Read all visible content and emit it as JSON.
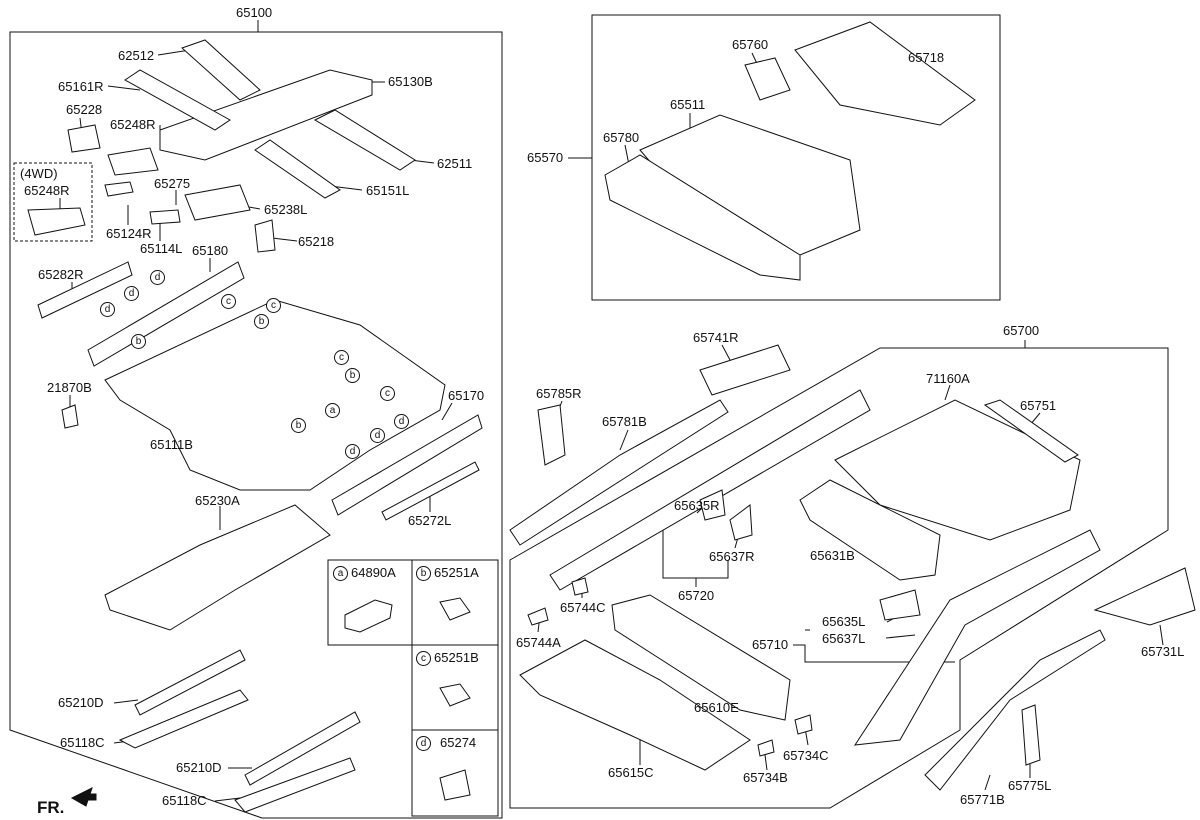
{
  "diagram": {
    "groups": {
      "g65100": "65100",
      "g65700": "65700"
    },
    "labels": {
      "p62512": "62512",
      "p65161R": "65161R",
      "p65130B": "65130B",
      "p65228": "65228",
      "p65248R_top": "65248R",
      "p62511": "62511",
      "p4WD": "(4WD)",
      "p65248R_4wd": "65248R",
      "p65275": "65275",
      "p65151L": "65151L",
      "p65238L": "65238L",
      "p65124R": "65124R",
      "p65114L": "65114L",
      "p65218": "65218",
      "p65282R": "65282R",
      "p65180": "65180",
      "p21870B": "21870B",
      "p65170": "65170",
      "p65111B": "65111B",
      "p65272L": "65272L",
      "p65230A": "65230A",
      "p65210D_1": "65210D",
      "p65118C_1": "65118C",
      "p65210D_2": "65210D",
      "p65118C_2": "65118C",
      "p65760": "65760",
      "p65718": "65718",
      "p65511": "65511",
      "p65780": "65780",
      "p65570": "65570",
      "p65741R": "65741R",
      "p71160A": "71160A",
      "p65751": "65751",
      "p65785R": "65785R",
      "p65781B": "65781B",
      "p65635R": "65635R",
      "p65637R": "65637R",
      "p65631B": "65631B",
      "p65720": "65720",
      "p65744C": "65744C",
      "p65744A": "65744A",
      "p65635L": "65635L",
      "p65637L": "65637L",
      "p65710": "65710",
      "p65731L": "65731L",
      "p65610E": "65610E",
      "p65734C": "65734C",
      "p65615C": "65615C",
      "p65734B": "65734B",
      "p65771B": "65771B",
      "p65775L": "65775L"
    },
    "callouts": [
      "a",
      "b",
      "c",
      "d"
    ],
    "legend": [
      {
        "letter": "a",
        "part": "64890A"
      },
      {
        "letter": "b",
        "part": "65251A"
      },
      {
        "letter": "c",
        "part": "65251B"
      },
      {
        "letter": "d",
        "part": "65274"
      }
    ],
    "direction": "FR."
  }
}
